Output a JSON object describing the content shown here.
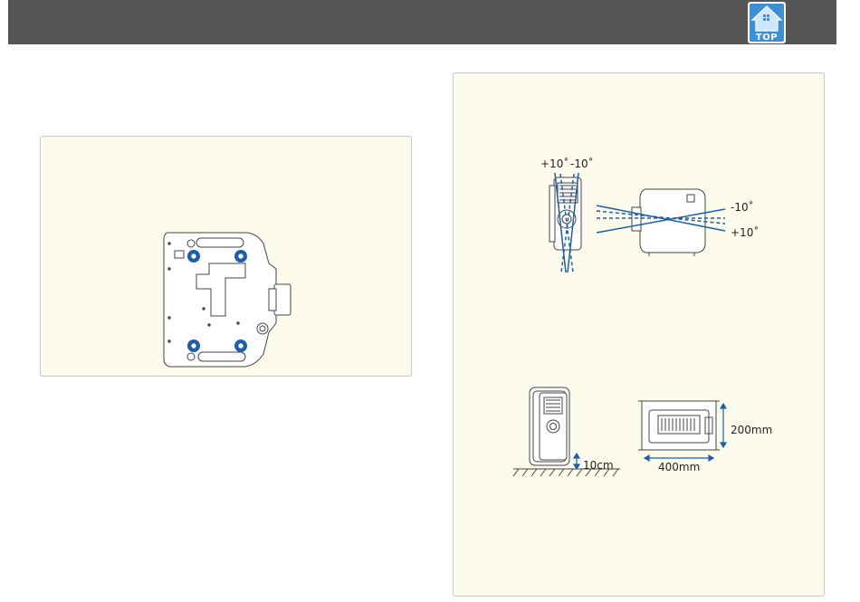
{
  "header": {
    "top_button_label": "TOP",
    "top_icon": "home-house-icon"
  },
  "colors": {
    "header_bg": "#555555",
    "note_bg": "#fdfbeb",
    "accent_blue": "#1a5fa8",
    "top_icon_blue": "#3d8fd6"
  },
  "tilt_figure": {
    "label_plus_left": "+10˚",
    "label_minus_left": "-10˚",
    "label_minus_right": "-10˚",
    "label_plus_right": "+10˚"
  },
  "clearance_figure": {
    "floor_clearance": "10cm",
    "width_dimension": "400mm",
    "height_dimension": "200mm"
  }
}
